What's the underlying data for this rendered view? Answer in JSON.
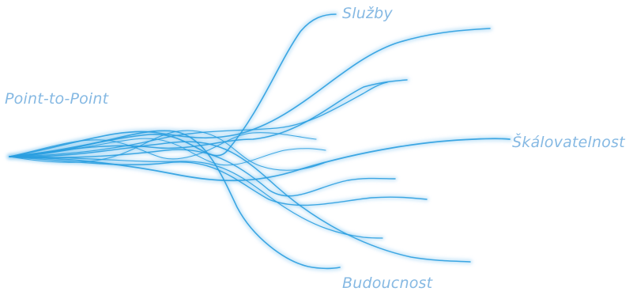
{
  "labels": {
    "origin": "Point-to-Point",
    "top": "Služby",
    "right": "Škálovatelnost",
    "bottom": "Budoucnost"
  },
  "colors": {
    "strand": "#2a9ee0",
    "strand_glow": "#8fcdf2",
    "label": "#86b9e3"
  }
}
